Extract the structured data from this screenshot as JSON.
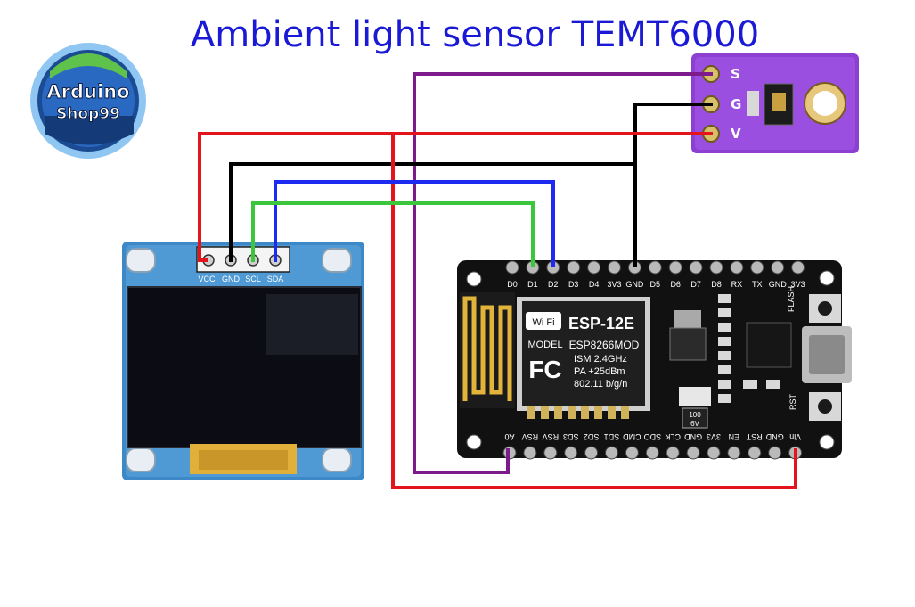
{
  "title": "Ambient light sensor TEMT6000",
  "logo": {
    "line1": "Arduino",
    "line2": "Shop99"
  },
  "sensor": {
    "pins": [
      "S",
      "G",
      "V"
    ]
  },
  "oled": {
    "pins": [
      "VCC",
      "GND",
      "SCL",
      "SDA"
    ]
  },
  "nodemcu": {
    "top_pins": [
      "D0",
      "D1",
      "D2",
      "D3",
      "D4",
      "3V3",
      "GND",
      "D5",
      "D6",
      "D7",
      "D8",
      "RX",
      "TX",
      "GND",
      "3V3"
    ],
    "bottom_pins": [
      "A0",
      "RSV",
      "RSV",
      "SD3",
      "SD2",
      "SD1",
      "CMD",
      "SDO",
      "CLK",
      "GND",
      "3V3",
      "EN",
      "RST",
      "GND",
      "Vin"
    ],
    "module": {
      "wifi": "Wi Fi",
      "name": "ESP-12E",
      "model_label": "MODEL",
      "model": "ESP8266MOD",
      "ism": "ISM  2.4GHz",
      "pa": "PA    +25dBm",
      "std": "802.11 b/g/n",
      "fc": "FC"
    },
    "flash_label": "FLASH",
    "rst_label": "RST",
    "cap_label": [
      "100",
      "6V"
    ]
  },
  "wire_colors": {
    "red": "#e3141b",
    "black": "#000000",
    "blue": "#1c2bef",
    "green": "#3cc63c",
    "purple": "#7d1a8c"
  }
}
